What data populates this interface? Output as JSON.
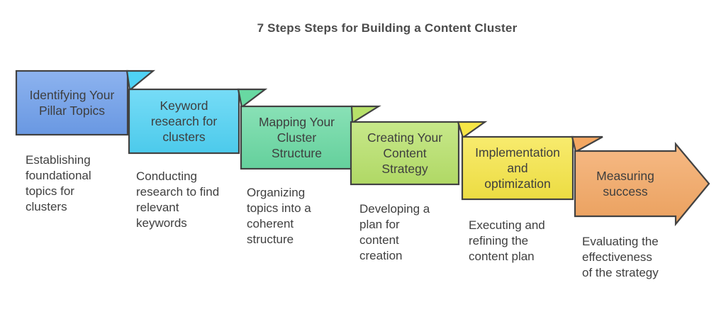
{
  "title": "7 Steps Steps for Building a Content Cluster",
  "theme": {
    "background": "#ffffff",
    "border_color": "#424242",
    "title_color": "#4b4b4b",
    "label_text_color": "#3e3e3e",
    "description_text_color": "#3f3f3f"
  },
  "steps": [
    {
      "label": "Identifying Your\nPillar Topics",
      "description": "Establishing\nfoundational\ntopics for\nclusters",
      "color": "#6d9eeb",
      "shape": "box"
    },
    {
      "label": "Keyword\nresearch for\nclusters",
      "description": "Conducting\nresearch to find\nrelevant\nkeywords",
      "color": "#4fd2f5",
      "shape": "box"
    },
    {
      "label": "Mapping Your\nCluster\nStructure",
      "description": "Organizing\ntopics into a\ncoherent\nstructure",
      "color": "#68d9a2",
      "shape": "box"
    },
    {
      "label": "Creating Your\nContent\nStrategy",
      "description": "Developing a\nplan for\ncontent\ncreation",
      "color": "#b7e169",
      "shape": "box"
    },
    {
      "label": "Implementation\nand\noptimization",
      "description": "Executing and\nrefining the\ncontent plan",
      "color": "#f6e545",
      "shape": "box"
    },
    {
      "label": "Measuring\nsuccess",
      "description": "Evaluating the\neffectiveness\nof the strategy",
      "color": "#f4a762",
      "shape": "arrow"
    }
  ]
}
